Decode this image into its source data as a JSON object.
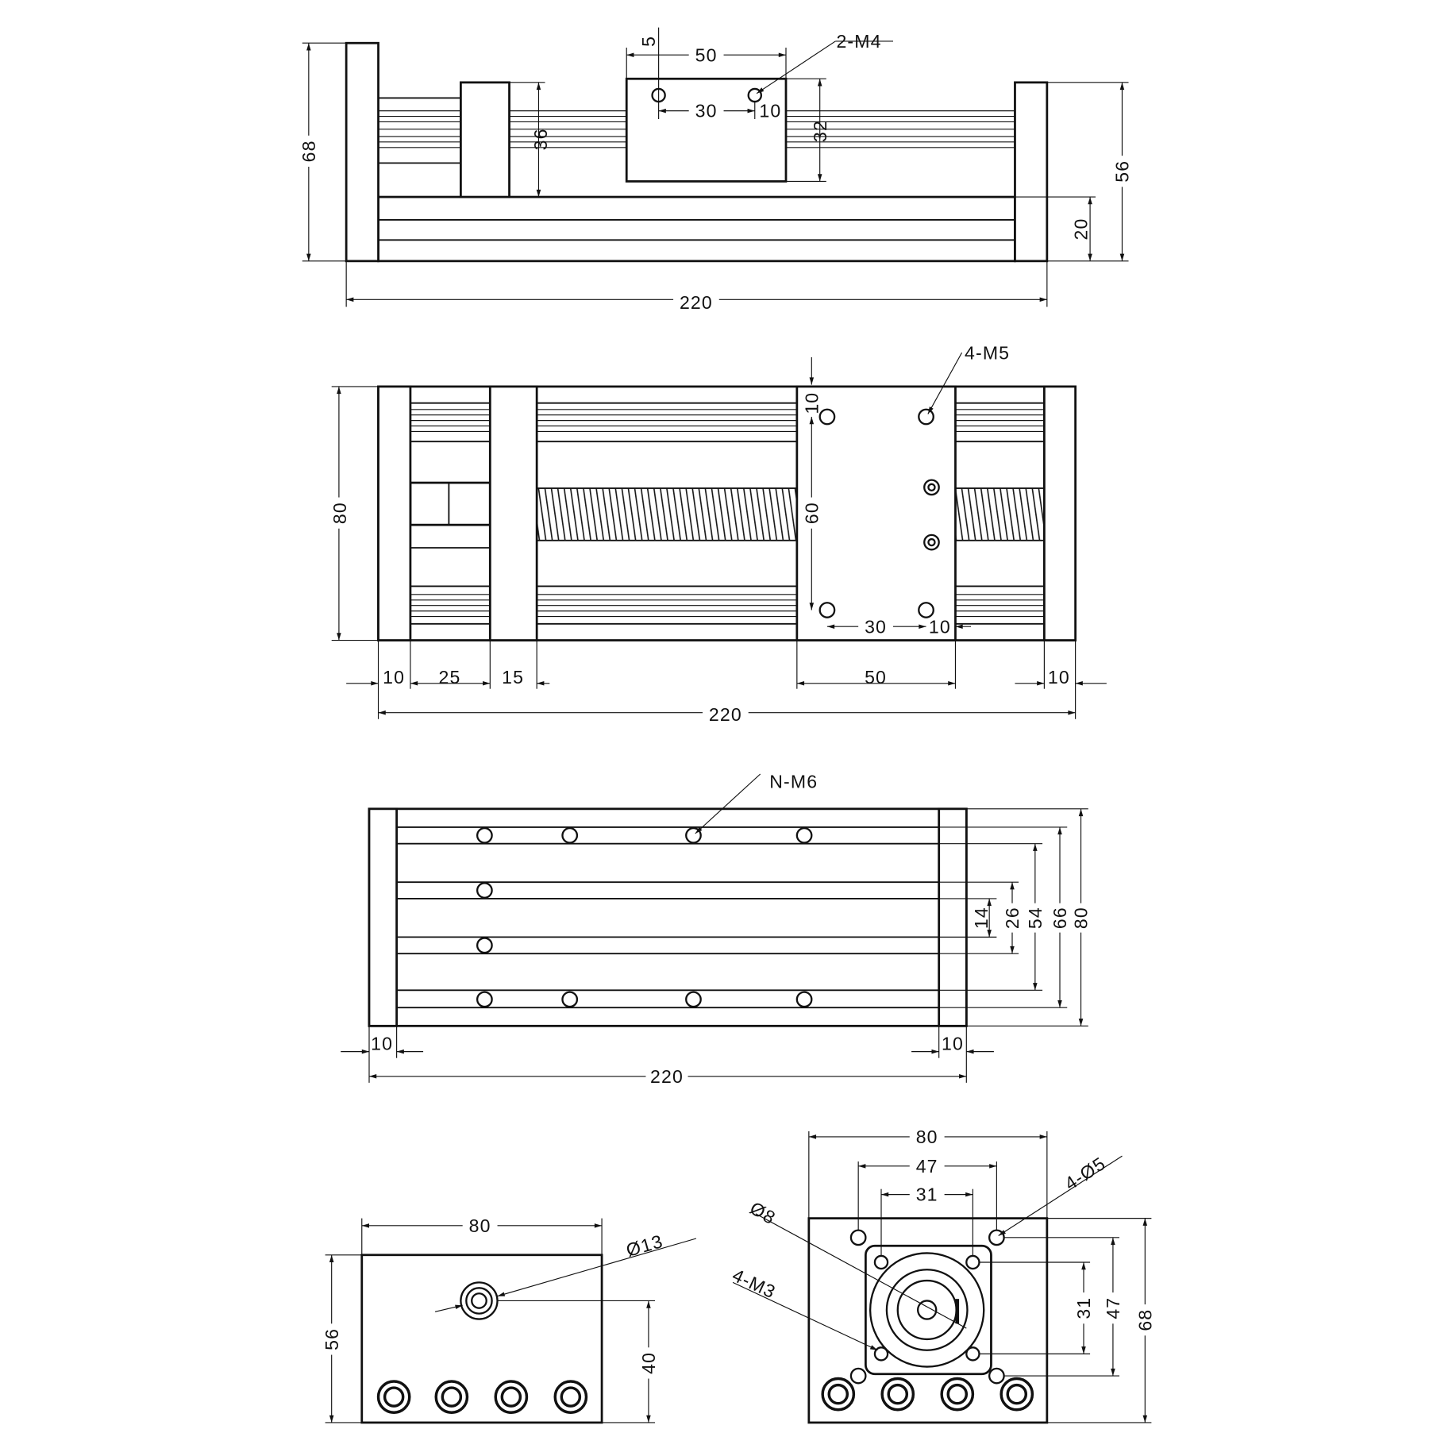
{
  "views": {
    "side": {
      "overall_height": "68",
      "right_height": "56",
      "base_height": "20",
      "block_height": "36",
      "slider_height": "32",
      "slider_width": "50",
      "hole_offset": "5",
      "hole_spacing": "30",
      "hole_edge": "10",
      "thread_callout": "2-M4",
      "overall_length": "220"
    },
    "top": {
      "overall_width": "80",
      "hole_top_offset": "10",
      "hole_spacing_y": "60",
      "hole_spacing_x": "30",
      "hole_edge": "10",
      "thread_callout": "4-M5",
      "end_plate_left": "10",
      "gap": "25",
      "block_width": "15",
      "slider_width": "50",
      "end_plate_right": "10",
      "overall_length": "220"
    },
    "bottom": {
      "thread_callout": "N-M6",
      "slot_14": "14",
      "slot_26": "26",
      "slot_54": "54",
      "slot_66": "66",
      "overall_width": "80",
      "end_left": "10",
      "end_right": "10",
      "overall_length": "220"
    },
    "end_left": {
      "width": "80",
      "height": "56",
      "bore_height": "40",
      "bore_dia": "Ø13"
    },
    "end_right": {
      "width": "80",
      "hole_pitch_outer": "47",
      "hole_pitch_inner": "31",
      "callout_holes": "4-Ø5",
      "callout_shaft": "Ø8",
      "callout_motor": "4-M3",
      "v_inner": "31",
      "v_outer": "47",
      "height": "68"
    }
  }
}
